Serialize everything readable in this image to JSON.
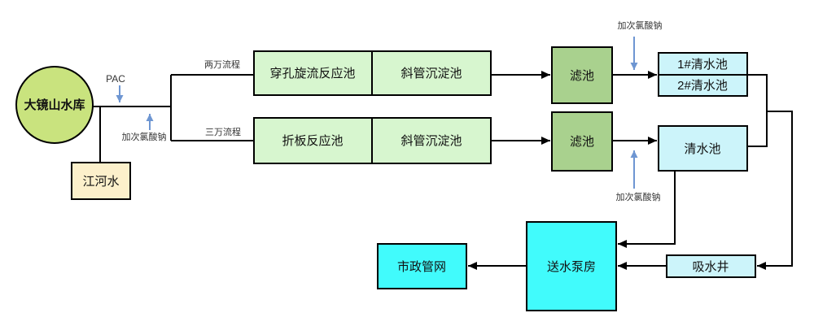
{
  "colors": {
    "reservoir": "#c9e37e",
    "river": "#fcf0cb",
    "reaction": "#d7f6cf",
    "filter": "#a9d18e",
    "clearwater": "#ccf4fa",
    "pump": "#41fbfc",
    "dose_arrow": "#6e96d2",
    "line": "#000000"
  },
  "nodes": {
    "reservoir": "大镜山水库",
    "river": "江河水",
    "reactor_top": "穿孔旋流反应池",
    "settler_top": "斜管沉淀池",
    "reactor_bottom": "折板反应池",
    "settler_bottom": "斜管沉淀池",
    "filter_top": "滤池",
    "filter_bottom": "滤池",
    "clearwell_1": "1#清水池",
    "clearwell_2": "2#清水池",
    "clearwell_main": "清水池",
    "suction_well": "吸水井",
    "pump_house": "送水泵房",
    "municipal_network": "市政管网"
  },
  "labels": {
    "pac": "PAC",
    "route_20k": "两万流程",
    "route_30k": "三万流程",
    "dose_left": "加次氯酸钠",
    "dose_top_right": "加次氯酸钠",
    "dose_mid_right": "加次氯酸钠"
  }
}
